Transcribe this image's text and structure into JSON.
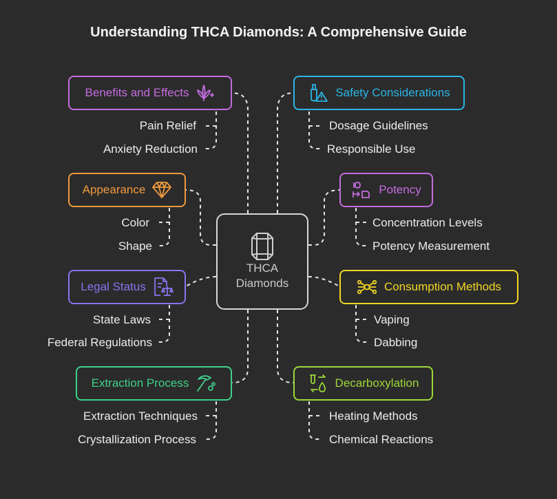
{
  "title": "Understanding THCA Diamonds: A Comprehensive Guide",
  "center": {
    "line1": "THCA",
    "line2": "Diamonds",
    "icon": "crystal-icon"
  },
  "topics": [
    {
      "label": "Benefits and Effects",
      "color": "#c56ce0",
      "icon": "cannabis-leaf-icon",
      "items": [
        "Pain Relief",
        "Anxiety Reduction"
      ]
    },
    {
      "label": "Appearance",
      "color": "#f09a3e",
      "icon": "diamond-icon",
      "items": [
        "Color",
        "Shape"
      ]
    },
    {
      "label": "Legal Status",
      "color": "#8a74f0",
      "icon": "legal-document-icon",
      "items": [
        "State Laws",
        "Federal Regulations"
      ]
    },
    {
      "label": "Extraction Process",
      "color": "#3fd18a",
      "icon": "pickaxe-icon",
      "items": [
        "Extraction Techniques",
        "Crystallization Process"
      ]
    },
    {
      "label": "Safety Considerations",
      "color": "#2bb6e6",
      "icon": "safety-warning-icon",
      "items": [
        "Dosage Guidelines",
        "Responsible Use"
      ]
    },
    {
      "label": "Potency",
      "color": "#c56ce0",
      "icon": "potency-scale-icon",
      "items": [
        "Concentration Levels",
        "Potency Measurement"
      ]
    },
    {
      "label": "Consumption Methods",
      "color": "#f2d625",
      "icon": "molecule-icon",
      "items": [
        "Vaping",
        "Dabbing"
      ]
    },
    {
      "label": "Decarboxylation",
      "color": "#9ed83a",
      "icon": "heat-cycle-icon",
      "items": [
        "Heating Methods",
        "Chemical Reactions"
      ]
    }
  ]
}
